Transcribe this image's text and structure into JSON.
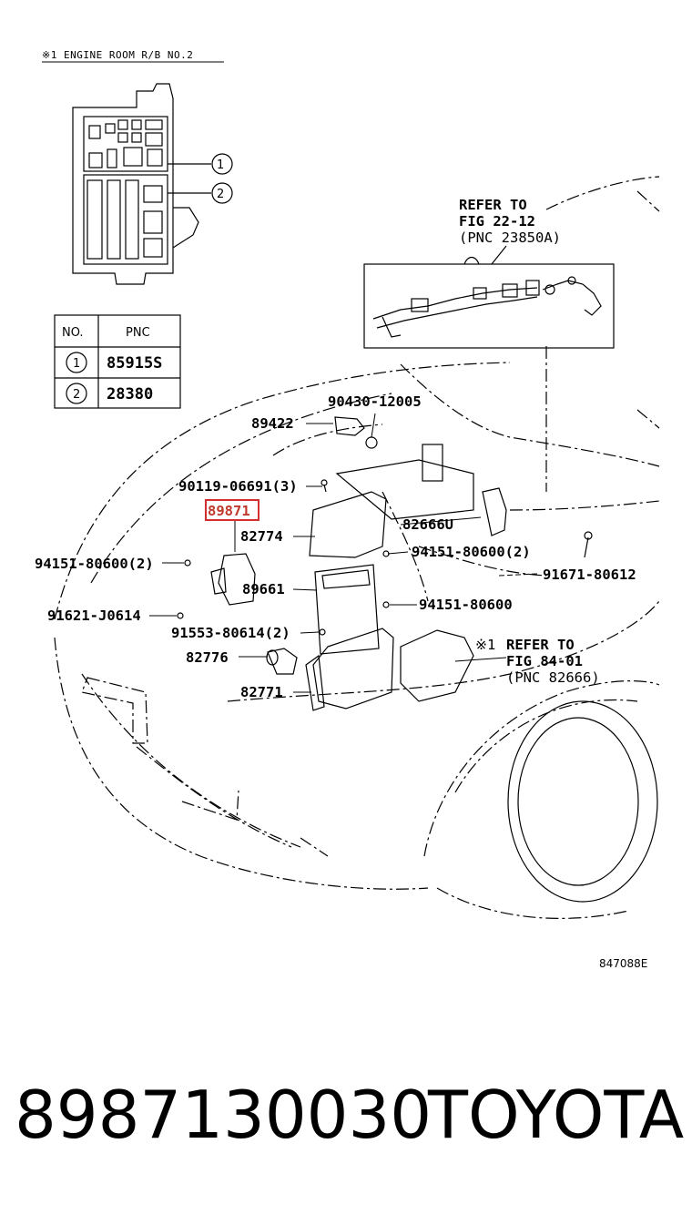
{
  "header_note": "※1 ENGINE ROOM  R/B NO.2",
  "relay_block": {
    "callouts": [
      "1",
      "2"
    ]
  },
  "pnc_table": {
    "headers": [
      "NO.",
      "PNC"
    ],
    "rows": [
      {
        "no": "1",
        "pnc": "85915S"
      },
      {
        "no": "2",
        "pnc": "28380"
      }
    ]
  },
  "refer_top": [
    "REFER TO",
    "FIG 22-12",
    "(PNC 23850A)"
  ],
  "refer_side": {
    "mark": "※1",
    "lines": [
      "REFER TO",
      "FIG 84-01",
      "(PNC 82666)"
    ]
  },
  "labels": {
    "p90430": "90430-12005",
    "p89422": "89422",
    "p90119": "90119-06691(3)",
    "p89871": "89871",
    "p82774": "82774",
    "p82666u": "82666U",
    "p94151_left": "94151-80600(2)",
    "p94151_right": "94151-80600(2)",
    "p91671": "91671-80612",
    "p89661": "89661",
    "p94151_single": "94151-80600",
    "p91621": "91621-J0614",
    "p91553": "91553-80614(2)",
    "p82776": "82776",
    "p82771": "82771"
  },
  "highlight_color": "#d32f2f",
  "diagram_code": "847088E",
  "footer": {
    "part_number": "8987130030",
    "brand": "TOYOTA"
  }
}
